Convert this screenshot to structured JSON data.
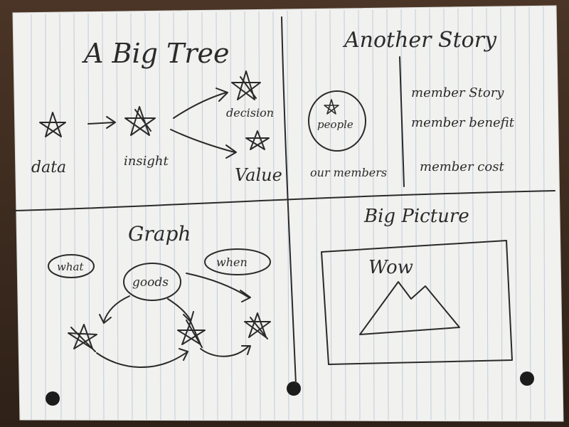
{
  "quadrants": {
    "top_left": {
      "title": "A Big Tree",
      "labels": {
        "data": "data",
        "insight": "insight",
        "decision": "decision",
        "value": "Value"
      }
    },
    "top_right": {
      "title": "Another Story",
      "circle_label": "people",
      "caption": "our members",
      "list": [
        "member Story",
        "member benefit",
        "member cost"
      ]
    },
    "bottom_left": {
      "title": "Graph",
      "bubbles": {
        "what": "what",
        "goods": "goods",
        "when": "when"
      }
    },
    "bottom_right": {
      "title": "Big Picture",
      "frame_text": "Wow"
    }
  },
  "colors": {
    "paper": "#f1f1ef",
    "ruled_lines": "#b9c6d8",
    "ink": "#2a2a2a",
    "background": "#3a2a1e"
  }
}
